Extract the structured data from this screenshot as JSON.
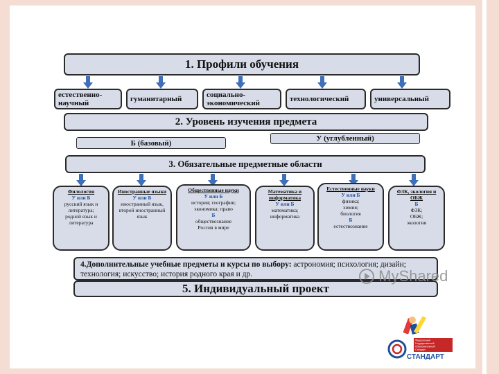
{
  "profiles_title": "1. Профили обучения",
  "profiles": [
    "естественно-научный",
    "гуманитарный",
    "социально-экономический",
    "технологический",
    "универсальный"
  ],
  "level_title": "2. Уровень изучения предмета",
  "levels": [
    "Б (базовый)",
    "У (углубленный)"
  ],
  "areas_title": "3. Обязательные предметные области",
  "areas": [
    {
      "title": "Филология",
      "level": "У или Б",
      "items": [
        "русский язык и литература;",
        "родной язык и литература"
      ]
    },
    {
      "title": "Иностранные языки",
      "level": "У или Б",
      "items": [
        "иностранный язык,",
        "второй иностранный язык"
      ]
    },
    {
      "title": "Общественные науки",
      "level": "У или Б",
      "items": [
        "история; география;",
        "экономика; право",
        "Б",
        "обществознание",
        "Россия в мире"
      ]
    },
    {
      "title": "Математика и информатика",
      "level": "У или Б",
      "items": [
        "математика;",
        "информатика"
      ]
    },
    {
      "title": "Естественные науки",
      "level": "У или Б",
      "items": [
        "физика;",
        "химия;",
        "биология",
        "Б",
        "естествознание"
      ]
    },
    {
      "title": "ФЗК, экология и ОБЖ",
      "level": "Б",
      "items": [
        "ФЗК;",
        "ОБЖ;",
        "экология"
      ]
    }
  ],
  "electives_label": "4.Дополнительные учебные предметы и курсы по выбору:",
  "electives_text": " астрономия; психология; дизайн; технология; искусство; история родного края и др.",
  "project_title": "5. Индивидуальный проект",
  "watermark": "MyShared",
  "logo": {
    "line1": "Федеральный",
    "line2": "Государственный",
    "line3": "Образовательный",
    "line4": "Стандарт",
    "brand": "СТАНДАРТ"
  },
  "colors": {
    "box": "#d7dce8",
    "arrow": "#3f6fb8",
    "border": "#f6ddd3"
  }
}
